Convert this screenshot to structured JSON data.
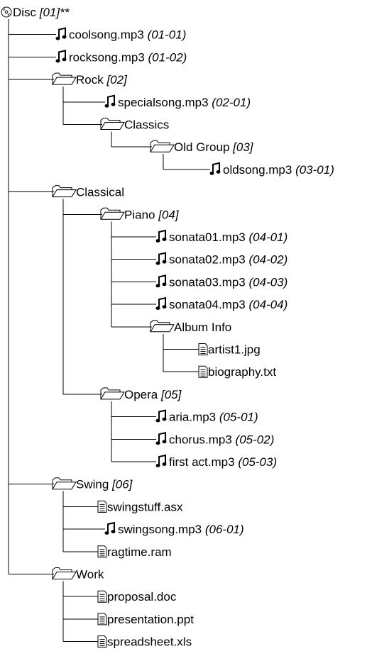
{
  "tree": {
    "name": "Disc",
    "tag": "[01]**",
    "icon": "disc-icon",
    "children": [
      {
        "name": "coolsong.mp3",
        "tag": "(01-01)",
        "icon": "music-note-icon"
      },
      {
        "name": "rocksong.mp3",
        "tag": "(01-02)",
        "icon": "music-note-icon"
      },
      {
        "name": "Rock",
        "tag": "[02]",
        "icon": "folder-icon",
        "children": [
          {
            "name": "specialsong.mp3",
            "tag": "(02-01)",
            "icon": "music-note-icon"
          },
          {
            "name": "Classics",
            "icon": "folder-icon",
            "children": [
              {
                "name": "Old Group",
                "tag": "[03]",
                "icon": "folder-icon",
                "children": [
                  {
                    "name": "oldsong.mp3",
                    "tag": "(03-01)",
                    "icon": "music-note-icon"
                  }
                ]
              }
            ]
          }
        ]
      },
      {
        "name": "Classical",
        "icon": "folder-icon",
        "children": [
          {
            "name": "Piano",
            "tag": "[04]",
            "icon": "folder-icon",
            "children": [
              {
                "name": "sonata01.mp3",
                "tag": "(04-01)",
                "icon": "music-note-icon"
              },
              {
                "name": "sonata02.mp3",
                "tag": "(04-02)",
                "icon": "music-note-icon"
              },
              {
                "name": "sonata03.mp3",
                "tag": "(04-03)",
                "icon": "music-note-icon"
              },
              {
                "name": "sonata04.mp3",
                "tag": "(04-04)",
                "icon": "music-note-icon"
              },
              {
                "name": "Album Info",
                "icon": "folder-icon",
                "children": [
                  {
                    "name": "artist1.jpg",
                    "icon": "document-icon"
                  },
                  {
                    "name": "biography.txt",
                    "icon": "document-icon"
                  }
                ]
              }
            ]
          },
          {
            "name": "Opera",
            "tag": "[05]",
            "icon": "folder-icon",
            "children": [
              {
                "name": "aria.mp3",
                "tag": "(05-01)",
                "icon": "music-note-icon"
              },
              {
                "name": "chorus.mp3",
                "tag": "(05-02)",
                "icon": "music-note-icon"
              },
              {
                "name": "first act.mp3",
                "tag": "(05-03)",
                "icon": "music-note-icon"
              }
            ]
          }
        ]
      },
      {
        "name": "Swing",
        "tag": "[06]",
        "icon": "folder-icon",
        "children": [
          {
            "name": "swingstuff.asx",
            "icon": "document-icon"
          },
          {
            "name": "swingsong.mp3",
            "tag": "(06-01)",
            "icon": "music-note-icon"
          },
          {
            "name": "ragtime.ram",
            "icon": "document-icon"
          }
        ]
      },
      {
        "name": "Work",
        "icon": "folder-icon",
        "children": [
          {
            "name": "proposal.doc",
            "icon": "document-icon"
          },
          {
            "name": "presentation.ppt",
            "icon": "document-icon"
          },
          {
            "name": "spreadsheet.xls",
            "icon": "document-icon"
          }
        ]
      }
    ]
  }
}
